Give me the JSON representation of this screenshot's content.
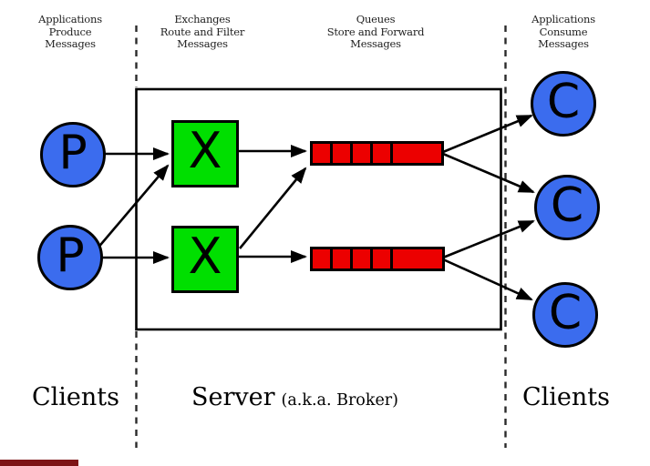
{
  "colors": {
    "node_blue": "#3b6cee",
    "exchange_green": "#00df00",
    "queue_red": "#ec0000",
    "line_black": "#000000",
    "bottom_bar": "#7d1416"
  },
  "top_labels": {
    "producers": "Applications\nProduce\nMessages",
    "exchanges": "Exchanges\nRoute and Filter\nMessages",
    "queues": "Queues\nStore and Forward\nMessages",
    "consumers": "Applications\nConsume\nMessages"
  },
  "bottom_labels": {
    "clients_left": "Clients",
    "server": "Server",
    "server_suffix": "(a.k.a. Broker)",
    "clients_right": "Clients"
  },
  "diagram": {
    "producers": [
      {
        "label": "P"
      },
      {
        "label": "P"
      }
    ],
    "exchanges": [
      {
        "label": "X"
      },
      {
        "label": "X"
      }
    ],
    "queues": [
      {
        "segments": 5
      },
      {
        "segments": 5
      }
    ],
    "consumers": [
      {
        "label": "C"
      },
      {
        "label": "C"
      },
      {
        "label": "C"
      }
    ],
    "edges": [
      {
        "from": "producer-1",
        "to": "exchange-1"
      },
      {
        "from": "producer-2",
        "to": "exchange-1"
      },
      {
        "from": "producer-2",
        "to": "exchange-2"
      },
      {
        "from": "exchange-1",
        "to": "queue-1"
      },
      {
        "from": "exchange-2",
        "to": "queue-1"
      },
      {
        "from": "exchange-2",
        "to": "queue-2"
      },
      {
        "from": "queue-1",
        "to": "consumer-1"
      },
      {
        "from": "queue-1",
        "to": "consumer-2"
      },
      {
        "from": "queue-2",
        "to": "consumer-2"
      },
      {
        "from": "queue-2",
        "to": "consumer-3"
      }
    ]
  }
}
